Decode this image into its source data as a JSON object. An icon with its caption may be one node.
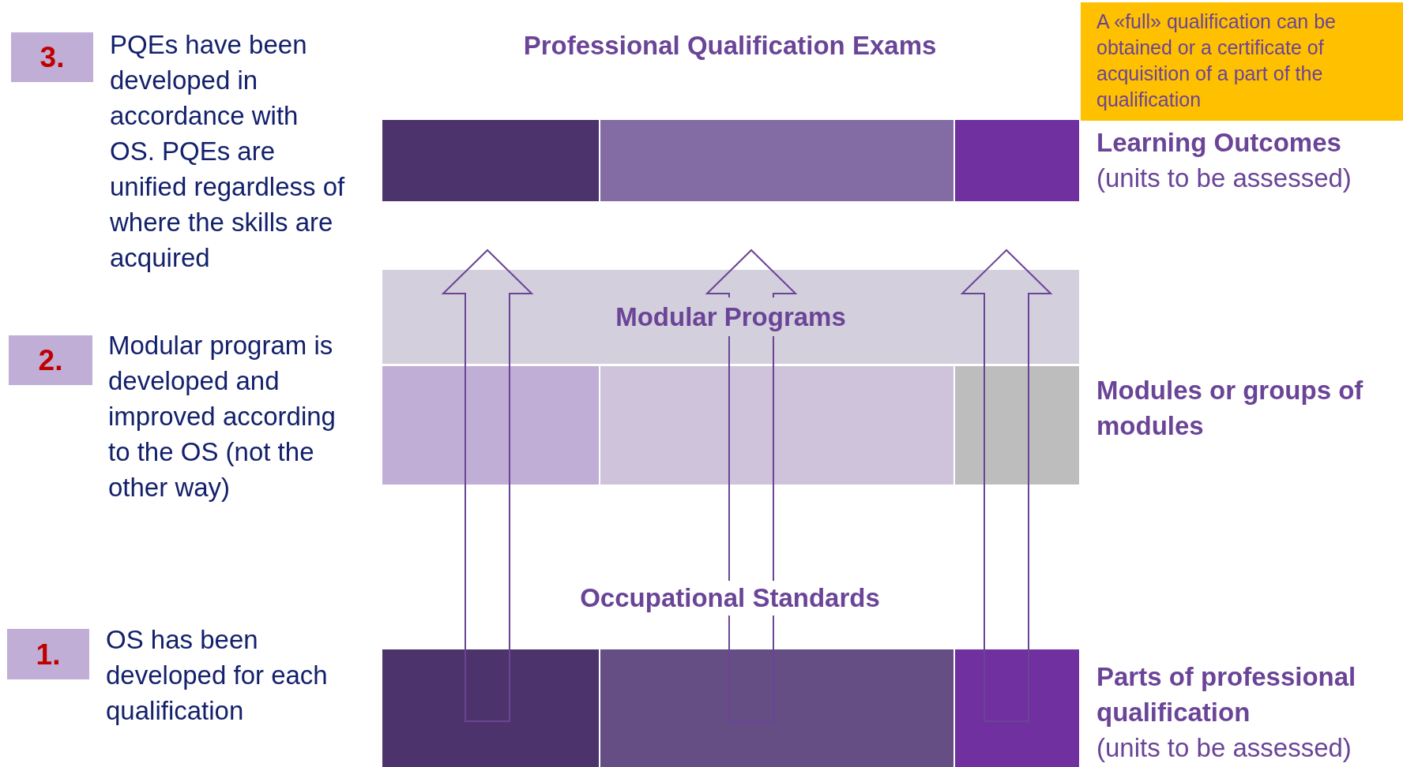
{
  "diagram": {
    "nodes": [
      {
        "text": [
          "3."
        ],
        "beside": [
          "PQEs have been developed in accordance with OS. PQEs are unified regardless of where the skills are acquired"
        ]
      },
      {
        "text": [
          "2."
        ],
        "beside": [
          "Modular program is developed and improved according to the OS (not the other way)"
        ]
      },
      {
        "text": [
          "1."
        ],
        "beside": [
          "OS has been developed for each qualification"
        ]
      },
      {
        "text": [
          "A «full» qualification can be obtained or  a certificate of acquisition of a part of the qualification"
        ]
      },
      {
        "text": [],
        "shape": "bar"
      },
      {
        "text": [],
        "shape": "bar"
      },
      {
        "text": [],
        "shape": "bar",
        "beside": [
          "Learning Outcomes",
          "(units to be assessed)"
        ]
      },
      {
        "text": [
          "Modular Programs"
        ]
      },
      {
        "text": [],
        "shape": "bar"
      },
      {
        "text": [],
        "shape": "bar"
      },
      {
        "text": [],
        "shape": "bar",
        "beside": [
          "Modules or groups of modules"
        ]
      },
      {
        "text": [],
        "shape": "bar"
      },
      {
        "text": [],
        "shape": "bar"
      },
      {
        "text": [],
        "shape": "bar",
        "beside": [
          "Parts of professional qualification",
          "(units to be assessed)"
        ]
      }
    ],
    "edges": [
      {
        "from": 11,
        "to": 4,
        "arrow": "to"
      },
      {
        "from": 12,
        "to": 5,
        "arrow": "to"
      },
      {
        "from": 13,
        "to": 6,
        "arrow": "to"
      }
    ],
    "labels": [
      "Professional Qualification Exams",
      "Occupational Standards"
    ]
  }
}
